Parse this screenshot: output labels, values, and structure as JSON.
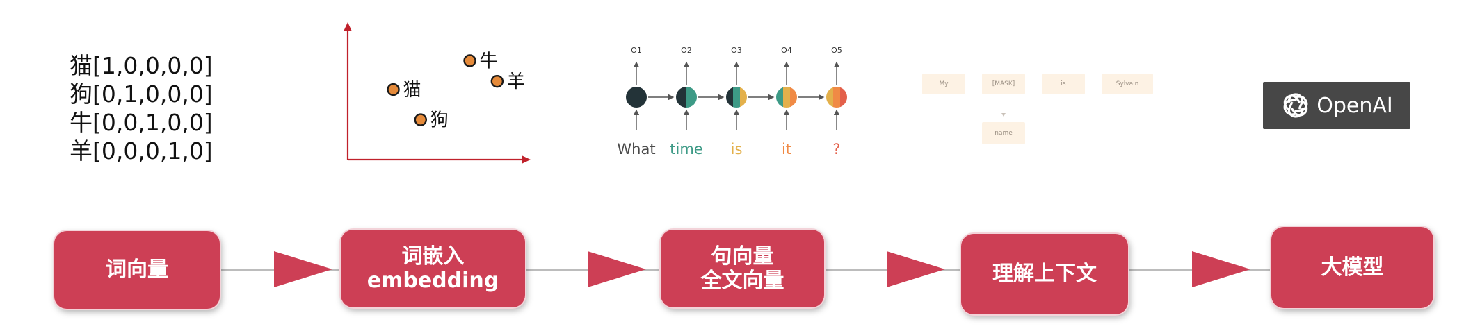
{
  "one_hot": {
    "lines": [
      "猫[1,0,0,0,0]",
      "狗[0,1,0,0,0]",
      "牛[0,0,1,0,0]",
      "羊[0,0,0,1,0]"
    ]
  },
  "scatter": {
    "points": [
      {
        "label": "牛",
        "x": 0.67,
        "y": 0.72
      },
      {
        "label": "羊",
        "x": 0.82,
        "y": 0.57
      },
      {
        "label": "猫",
        "x": 0.25,
        "y": 0.51
      },
      {
        "label": "狗",
        "x": 0.4,
        "y": 0.29
      }
    ],
    "axis_color": "#c0212b",
    "point_color": "#e58a3a"
  },
  "rnn": {
    "outputs": [
      "O1",
      "O2",
      "O3",
      "O4",
      "O5"
    ],
    "tokens": [
      {
        "text": "What",
        "color": "#4a4a4a"
      },
      {
        "text": "time",
        "color": "#3d9a86"
      },
      {
        "text": "is",
        "color": "#e3b04b"
      },
      {
        "text": "it",
        "color": "#f08a45"
      },
      {
        "text": "?",
        "color": "#e3604a"
      }
    ],
    "node_fills": [
      [
        "#233338"
      ],
      [
        "#233338",
        "#3d9a86"
      ],
      [
        "#233338",
        "#3d9a86",
        "#e3b04b"
      ],
      [
        "#3d9a86",
        "#e3b04b",
        "#f08a45"
      ],
      [
        "#e3b04b",
        "#f08a45",
        "#e3604a"
      ]
    ]
  },
  "mask": {
    "tokens": [
      "My",
      "[MASK]",
      "is",
      "Sylvain"
    ],
    "prediction": "name"
  },
  "openai": {
    "label": "OpenAI"
  },
  "flow": {
    "stages": [
      {
        "lines": [
          "词向量"
        ]
      },
      {
        "lines": [
          "词嵌入",
          "embedding"
        ]
      },
      {
        "lines": [
          "句向量",
          "全文向量"
        ]
      },
      {
        "lines": [
          "理解上下文"
        ]
      },
      {
        "lines": [
          "大模型"
        ]
      }
    ],
    "colors": {
      "stage": "#cd3f55",
      "arrow": "#cd3f55",
      "connector": "#bcbcbc"
    }
  }
}
